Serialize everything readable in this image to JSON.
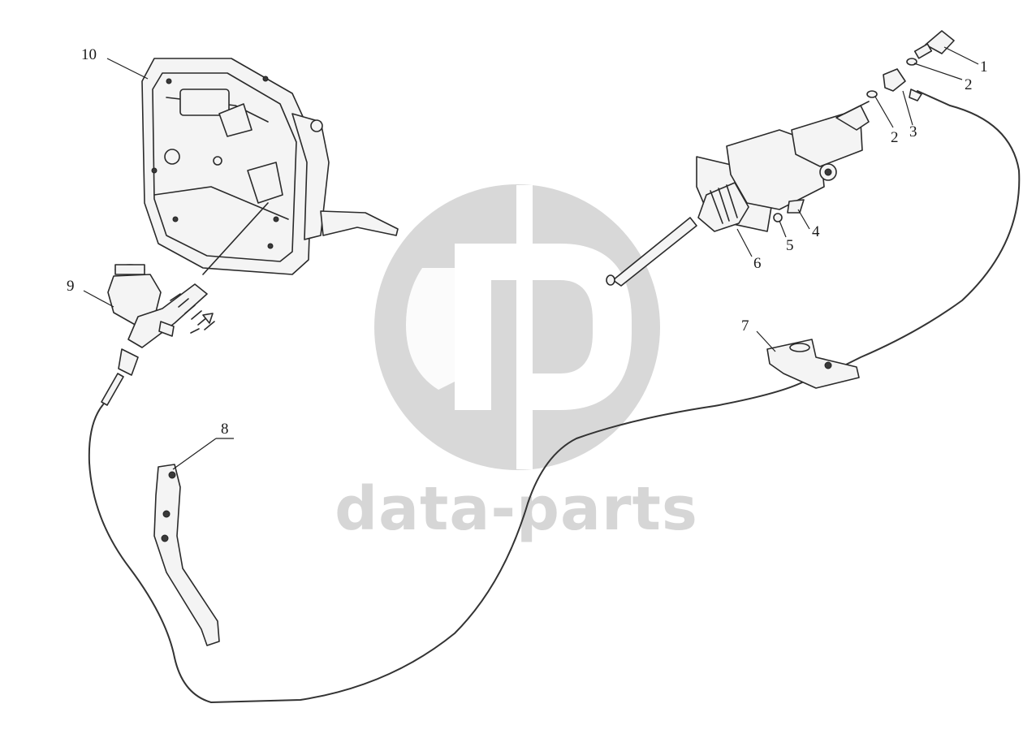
{
  "watermark": {
    "text": "data-parts",
    "color": "#d6d6d6"
  },
  "callouts": {
    "c1": "1",
    "c2a": "2",
    "c2b": "2",
    "c3": "3",
    "c4": "4",
    "c5": "5",
    "c6": "6",
    "c7": "7",
    "c8": "8",
    "c9": "9",
    "c10": "10"
  },
  "parts": [
    {
      "key": "c10",
      "name": "pedal-box-assembly-icon"
    },
    {
      "key": "c9",
      "name": "clutch-master-cylinder-icon"
    },
    {
      "key": "c8",
      "name": "bracket-icon"
    },
    {
      "key": "c7",
      "name": "clip-bracket-icon"
    },
    {
      "key": "c6",
      "name": "clutch-booster-icon"
    },
    {
      "key": "c1",
      "name": "banjo-bolt-icon"
    }
  ]
}
